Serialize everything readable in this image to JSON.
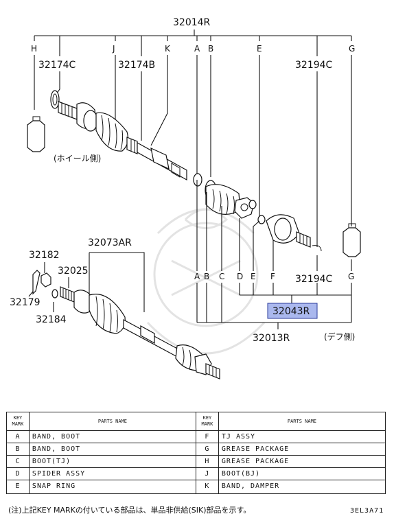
{
  "callouts": {
    "assembly_top": "32014R",
    "hub_boot_band": "32174C",
    "boot_band_2": "32174B",
    "right_band": "32194C",
    "right_band_lower": "32194C",
    "left_shaft": "32073AR",
    "nut": "32182",
    "washer": "32025",
    "cotter_pin": "32179",
    "washer_small": "32184",
    "highlight": "32043R",
    "assembly_bottom": "32013R"
  },
  "key_letters_top": [
    "H",
    "J",
    "K",
    "A",
    "B",
    "E",
    "G"
  ],
  "key_letters_bottom": [
    "A",
    "B",
    "C",
    "D",
    "E",
    "F",
    "G"
  ],
  "side_labels": {
    "wheel_side": "(ホイール側)",
    "diff_side": "(デフ側)"
  },
  "table": {
    "header_key": "KEY\nMARK",
    "header_name": "PARTS NAME",
    "left_rows": [
      {
        "key": "A",
        "name": "BAND, BOOT"
      },
      {
        "key": "B",
        "name": "BAND, BOOT"
      },
      {
        "key": "C",
        "name": "BOOT(TJ)"
      },
      {
        "key": "D",
        "name": "SPIDER ASSY"
      },
      {
        "key": "E",
        "name": "SNAP RING"
      }
    ],
    "right_rows": [
      {
        "key": "F",
        "name": "TJ ASSY"
      },
      {
        "key": "G",
        "name": "GREASE PACKAGE"
      },
      {
        "key": "H",
        "name": "GREASE PACKAGE"
      },
      {
        "key": "J",
        "name": "BOOT(BJ)"
      },
      {
        "key": "K",
        "name": "BAND, DAMPER"
      }
    ]
  },
  "note": "(注)上記KEY MARKの付いている部品は、単品非供給(SIK)部品を示す。",
  "diagram_code": "3EL3A71",
  "colors": {
    "highlight_fill": "#aab8ee",
    "highlight_border": "#2a3a9a"
  }
}
